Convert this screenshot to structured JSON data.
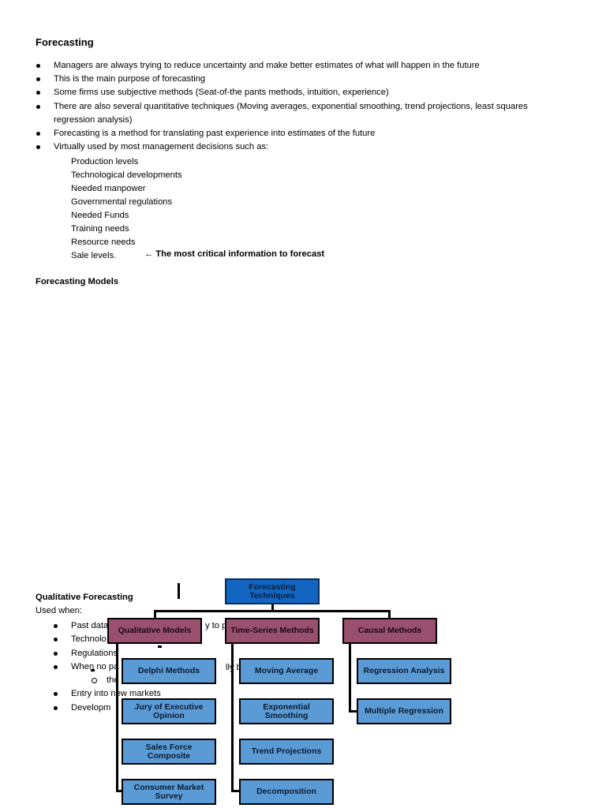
{
  "document": {
    "title": "Forecasting",
    "bullets": [
      "Managers are always trying to reduce uncertainty and make better estimates of what will happen in the future",
      "This is the main purpose of forecasting",
      "Some firms use subjective methods (Seat-of-the pants methods, intuition, experience)",
      "There are also several quantitative techniques (Moving averages, exponential smoothing, trend projections, least squares",
      "regression analysis)",
      "Forecasting is a method for translating past experience into estimates of the future",
      "Virtually  used by most management decisions such as:"
    ],
    "decisions": [
      "Production levels",
      "Technological developments",
      "Needed manpower",
      "Governmental regulations",
      "Needed Funds",
      "Training needs",
      "Resource needs",
      "Sale levels."
    ],
    "critical_note": "← The most critical information to forecast",
    "models_heading": "Forecasting Models",
    "qualitative_heading": "Qualitative Forecasting",
    "used_when": "Used when:",
    "qual_items": [
      "Past data",
      "Technolo",
      "Regulations",
      "When no pa",
      "the",
      "Entry into new markets",
      "Developm"
    ],
    "qual_fragments": [
      "y to pr",
      "lly be"
    ]
  },
  "diagram": {
    "root": "Forecasting Techniques",
    "categories": [
      "Qualitative Models",
      "Time-Series Methods",
      "Causal Methods"
    ],
    "qualitative": [
      "Delphi Methods",
      "Jury of Executive Opinion",
      "Sales Force Composite",
      "Consumer Market Survey"
    ],
    "time_series": [
      "Moving Average",
      "Exponential Smoothing",
      "Trend Projections",
      "Decomposition"
    ],
    "causal": [
      "Regression Analysis",
      "Multiple Regression"
    ]
  }
}
